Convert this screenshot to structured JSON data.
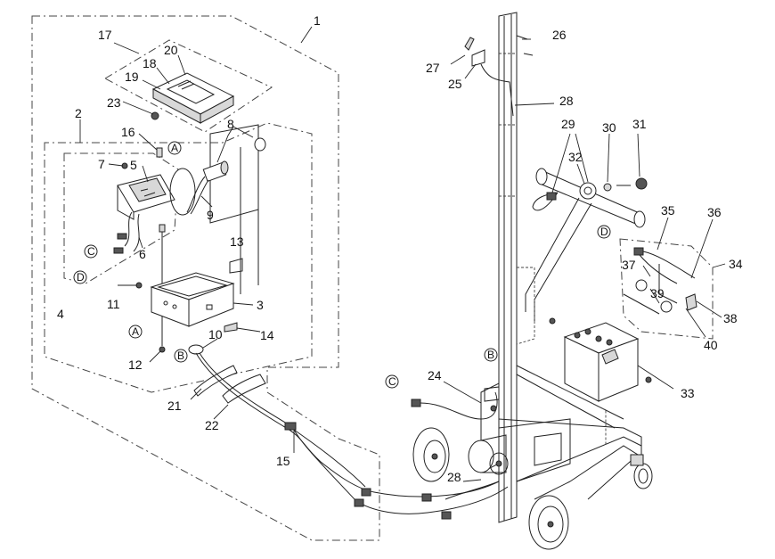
{
  "callouts": {
    "c1": "1",
    "c2": "2",
    "c3": "3",
    "c4": "4",
    "c5": "5",
    "c6": "6",
    "c7": "7",
    "c8": "8",
    "c9": "9",
    "c10": "10",
    "c11": "11",
    "c12": "12",
    "c13": "13",
    "c14": "14",
    "c15": "15",
    "c16": "16",
    "c17": "17",
    "c18": "18",
    "c19": "19",
    "c20": "20",
    "c21": "21",
    "c22": "22",
    "c23": "23",
    "c24": "24",
    "c25": "25",
    "c26": "26",
    "c27": "27",
    "c28a": "28",
    "c28b": "28",
    "c29": "29",
    "c30": "30",
    "c31": "31",
    "c32": "32",
    "c33": "33",
    "c34": "34",
    "c35": "35",
    "c36": "36",
    "c37": "37",
    "c38": "38",
    "c39": "39",
    "c40": "40"
  },
  "connectors": {
    "a1": "A",
    "a2": "A",
    "b1": "B",
    "b2": "B",
    "c1": "C",
    "c2": "C",
    "d1": "D",
    "d2": "D"
  }
}
